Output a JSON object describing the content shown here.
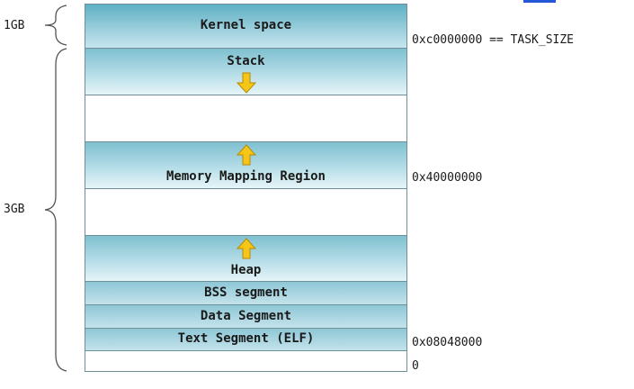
{
  "segments": {
    "kernel": "Kernel space",
    "stack": "Stack",
    "mmap": "Memory Mapping Region",
    "heap": "Heap",
    "bss": "BSS segment",
    "data": "Data Segment",
    "text": "Text Segment (ELF)"
  },
  "addresses": {
    "task_size": "0xc0000000 == TASK_SIZE",
    "mmap_base": "0x40000000",
    "text_base": "0x08048000",
    "zero": "0"
  },
  "sizes": {
    "kernel": "1GB",
    "user": "3GB"
  },
  "colors": {
    "segment_fill": "#9ed0dd",
    "kernel_fill": "#5fb0c4",
    "arrow_fill": "#f5c518",
    "border": "#6f8f99",
    "link_accent": "#2456d8"
  }
}
